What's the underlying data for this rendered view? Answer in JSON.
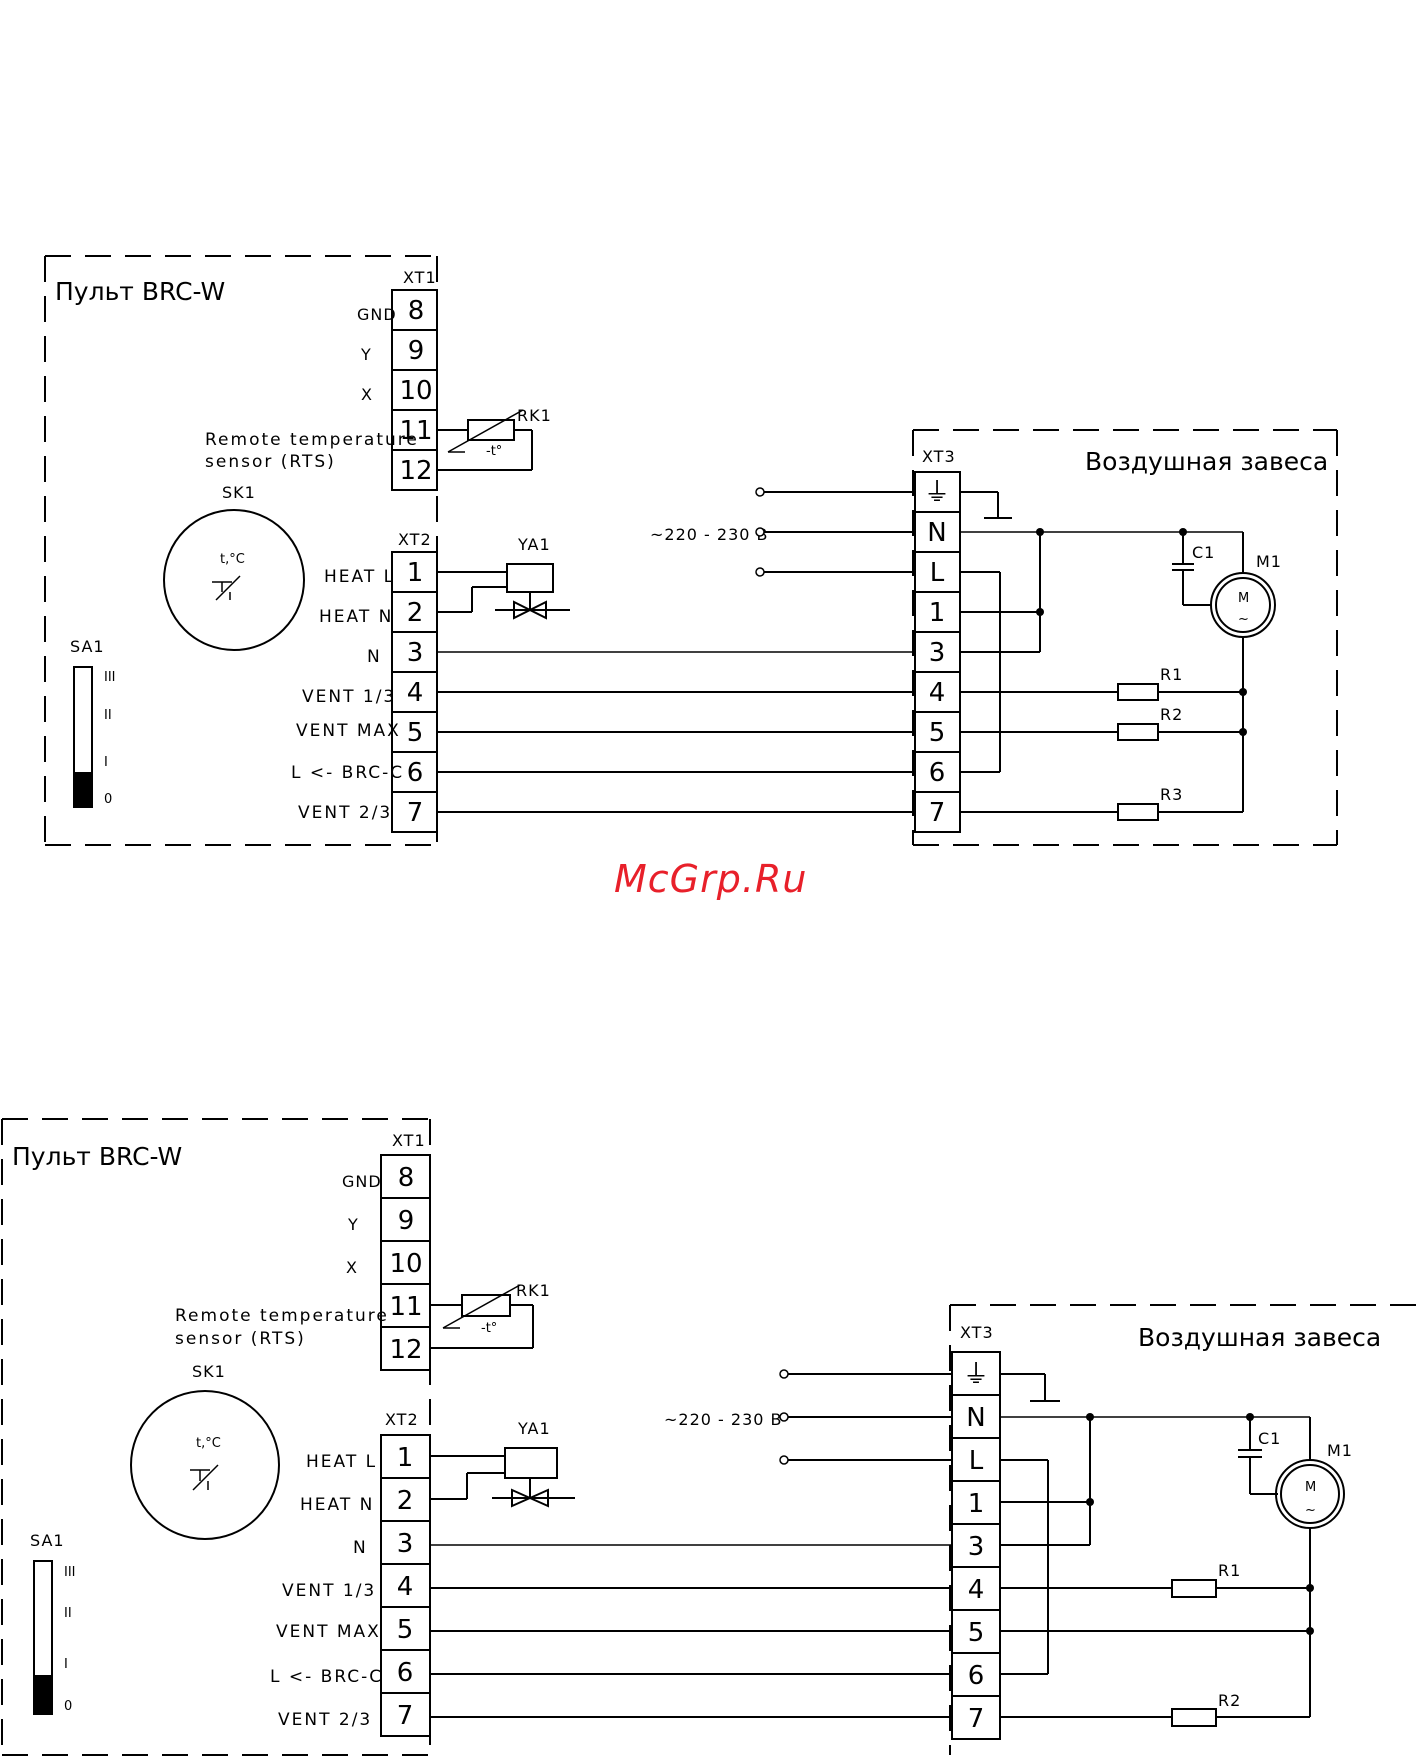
{
  "watermark": "McGrp.Ru",
  "diagrams": [
    {
      "panel_title": "Пульт BRC-W",
      "xt1": {
        "title": "XT1",
        "terminals": [
          "8",
          "9",
          "10",
          "11",
          "12"
        ],
        "signals": [
          "GND",
          "Y",
          "X"
        ],
        "rts_line1": "Remote temperature",
        "rts_line2": "sensor (RTS)"
      },
      "rk1": {
        "name": "RK1",
        "mark": "-t°"
      },
      "sk1": {
        "name": "SK1",
        "mark": "t,°C"
      },
      "xt2": {
        "title": "XT2",
        "terminals": [
          "1",
          "2",
          "3",
          "4",
          "5",
          "6",
          "7"
        ],
        "signals": [
          "HEAT L",
          "HEAT N",
          "N",
          "VENT 1/3",
          "VENT MAX",
          "L <- BRC-C",
          "VENT 2/3"
        ]
      },
      "ya1": {
        "name": "YA1"
      },
      "sa1": {
        "name": "SA1",
        "levels": [
          "III",
          "II",
          "I",
          "0"
        ]
      },
      "curtain_title": "Воздушная завеса",
      "supply": "~220 - 230 В",
      "xt3": {
        "title": "XT3",
        "terminals": [
          "⏚",
          "N",
          "L",
          "1",
          "3",
          "4",
          "5",
          "6",
          "7"
        ]
      },
      "c1": {
        "name": "C1"
      },
      "m1": {
        "name": "M1",
        "letter": "M",
        "tilde": "~"
      },
      "resistors": [
        "R1",
        "R2",
        "R3"
      ]
    },
    {
      "panel_title": "Пульт BRC-W",
      "xt1": {
        "title": "XT1",
        "terminals": [
          "8",
          "9",
          "10",
          "11",
          "12"
        ],
        "signals": [
          "GND",
          "Y",
          "X"
        ],
        "rts_line1": "Remote temperature",
        "rts_line2": "sensor (RTS)"
      },
      "rk1": {
        "name": "RK1",
        "mark": "-t°"
      },
      "sk1": {
        "name": "SK1",
        "mark": "t,°C"
      },
      "xt2": {
        "title": "XT2",
        "terminals": [
          "1",
          "2",
          "3",
          "4",
          "5",
          "6",
          "7"
        ],
        "signals": [
          "HEAT L",
          "HEAT N",
          "N",
          "VENT 1/3",
          "VENT MAX",
          "L <- BRC-C",
          "VENT 2/3"
        ]
      },
      "ya1": {
        "name": "YA1"
      },
      "sa1": {
        "name": "SA1",
        "levels": [
          "III",
          "II",
          "I",
          "0"
        ]
      },
      "curtain_title": "Воздушная завеса",
      "supply": "~220 - 230 В",
      "xt3": {
        "title": "XT3",
        "terminals": [
          "⏚",
          "N",
          "L",
          "1",
          "3",
          "4",
          "5",
          "6",
          "7"
        ]
      },
      "c1": {
        "name": "C1"
      },
      "m1": {
        "name": "M1",
        "letter": "M",
        "tilde": "~"
      },
      "resistors": [
        "R1",
        "R2"
      ]
    }
  ]
}
